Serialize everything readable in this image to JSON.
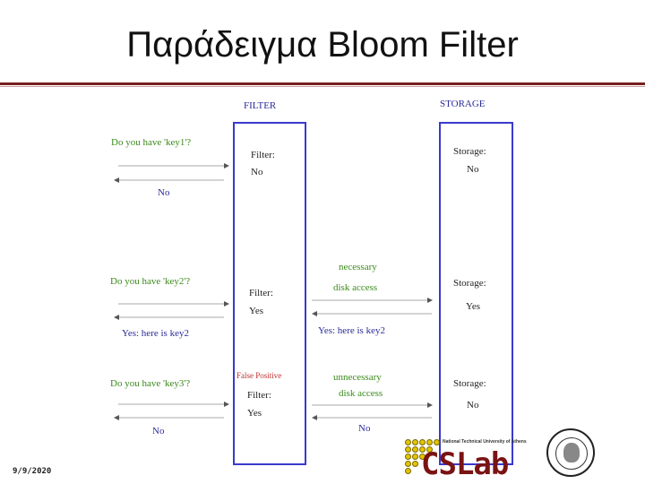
{
  "slide": {
    "title": "Παράδειγμα Bloom Filter",
    "date": "9/9/2020"
  },
  "diagram": {
    "filter_header": "FILTER",
    "storage_header": "STORAGE",
    "requests": [
      {
        "question": "Do you have 'key1'?",
        "reply": "No",
        "filter_label": "Filter:",
        "filter_answer": "No",
        "storage_label": "Storage:",
        "storage_answer": "No"
      },
      {
        "question": "Do you have 'key2'?",
        "reply": "Yes: here is key2",
        "filter_label": "Filter:",
        "filter_answer": "Yes",
        "disk_note_line1": "necessary",
        "disk_note_line2": "disk access",
        "storage_reply": "Yes: here is key2",
        "storage_label": "Storage:",
        "storage_answer": "Yes"
      },
      {
        "question": "Do you have 'key3'?",
        "reply": "No",
        "false_positive": "False Positive",
        "filter_label": "Filter:",
        "filter_answer": "Yes",
        "disk_note_line1": "unnecessary",
        "disk_note_line2": "disk access",
        "storage_reply": "No",
        "storage_label": "Storage:",
        "storage_answer": "No"
      }
    ]
  },
  "logo": {
    "text": "CSLab",
    "subtitle": "National Technical University of Athens"
  },
  "colors": {
    "green_text": "#3a8a1a",
    "blue_text": "#2b2b9a",
    "column_border": "#3a3acc",
    "logo_red": "#7a1313"
  }
}
